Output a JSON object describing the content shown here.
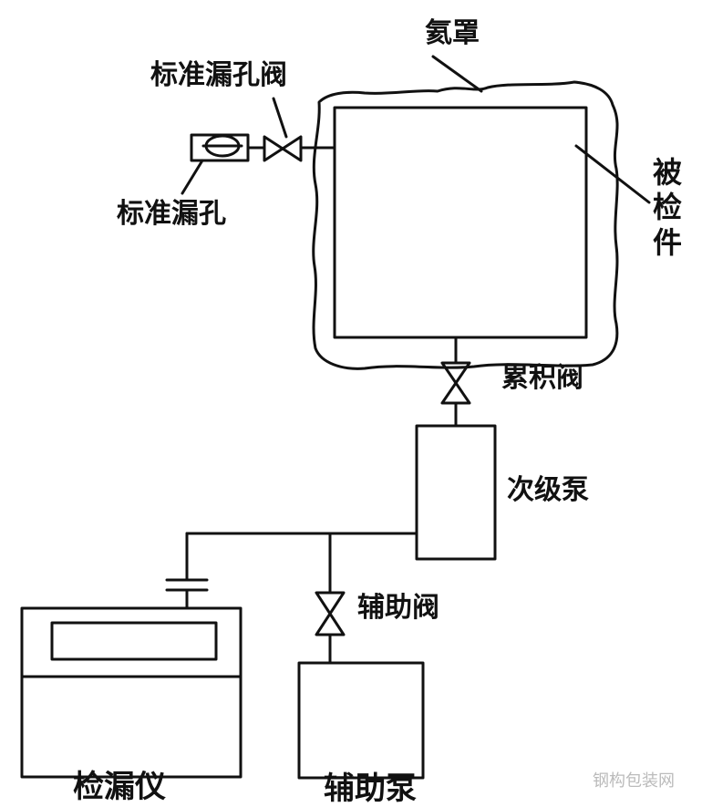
{
  "labels": {
    "helium_hood": "氦罩",
    "std_leak_valve": "标准漏孔阀",
    "std_leak": "标准漏孔",
    "test_piece": "被检件",
    "accum_valve": "累积阀",
    "secondary_pump": "次级泵",
    "aux_valve": "辅助阀",
    "leak_detector": "检漏仪",
    "aux_pump": "辅助泵"
  },
  "watermark": "钢构包装网",
  "colors": {
    "stroke": "#111111",
    "background": "#ffffff"
  }
}
